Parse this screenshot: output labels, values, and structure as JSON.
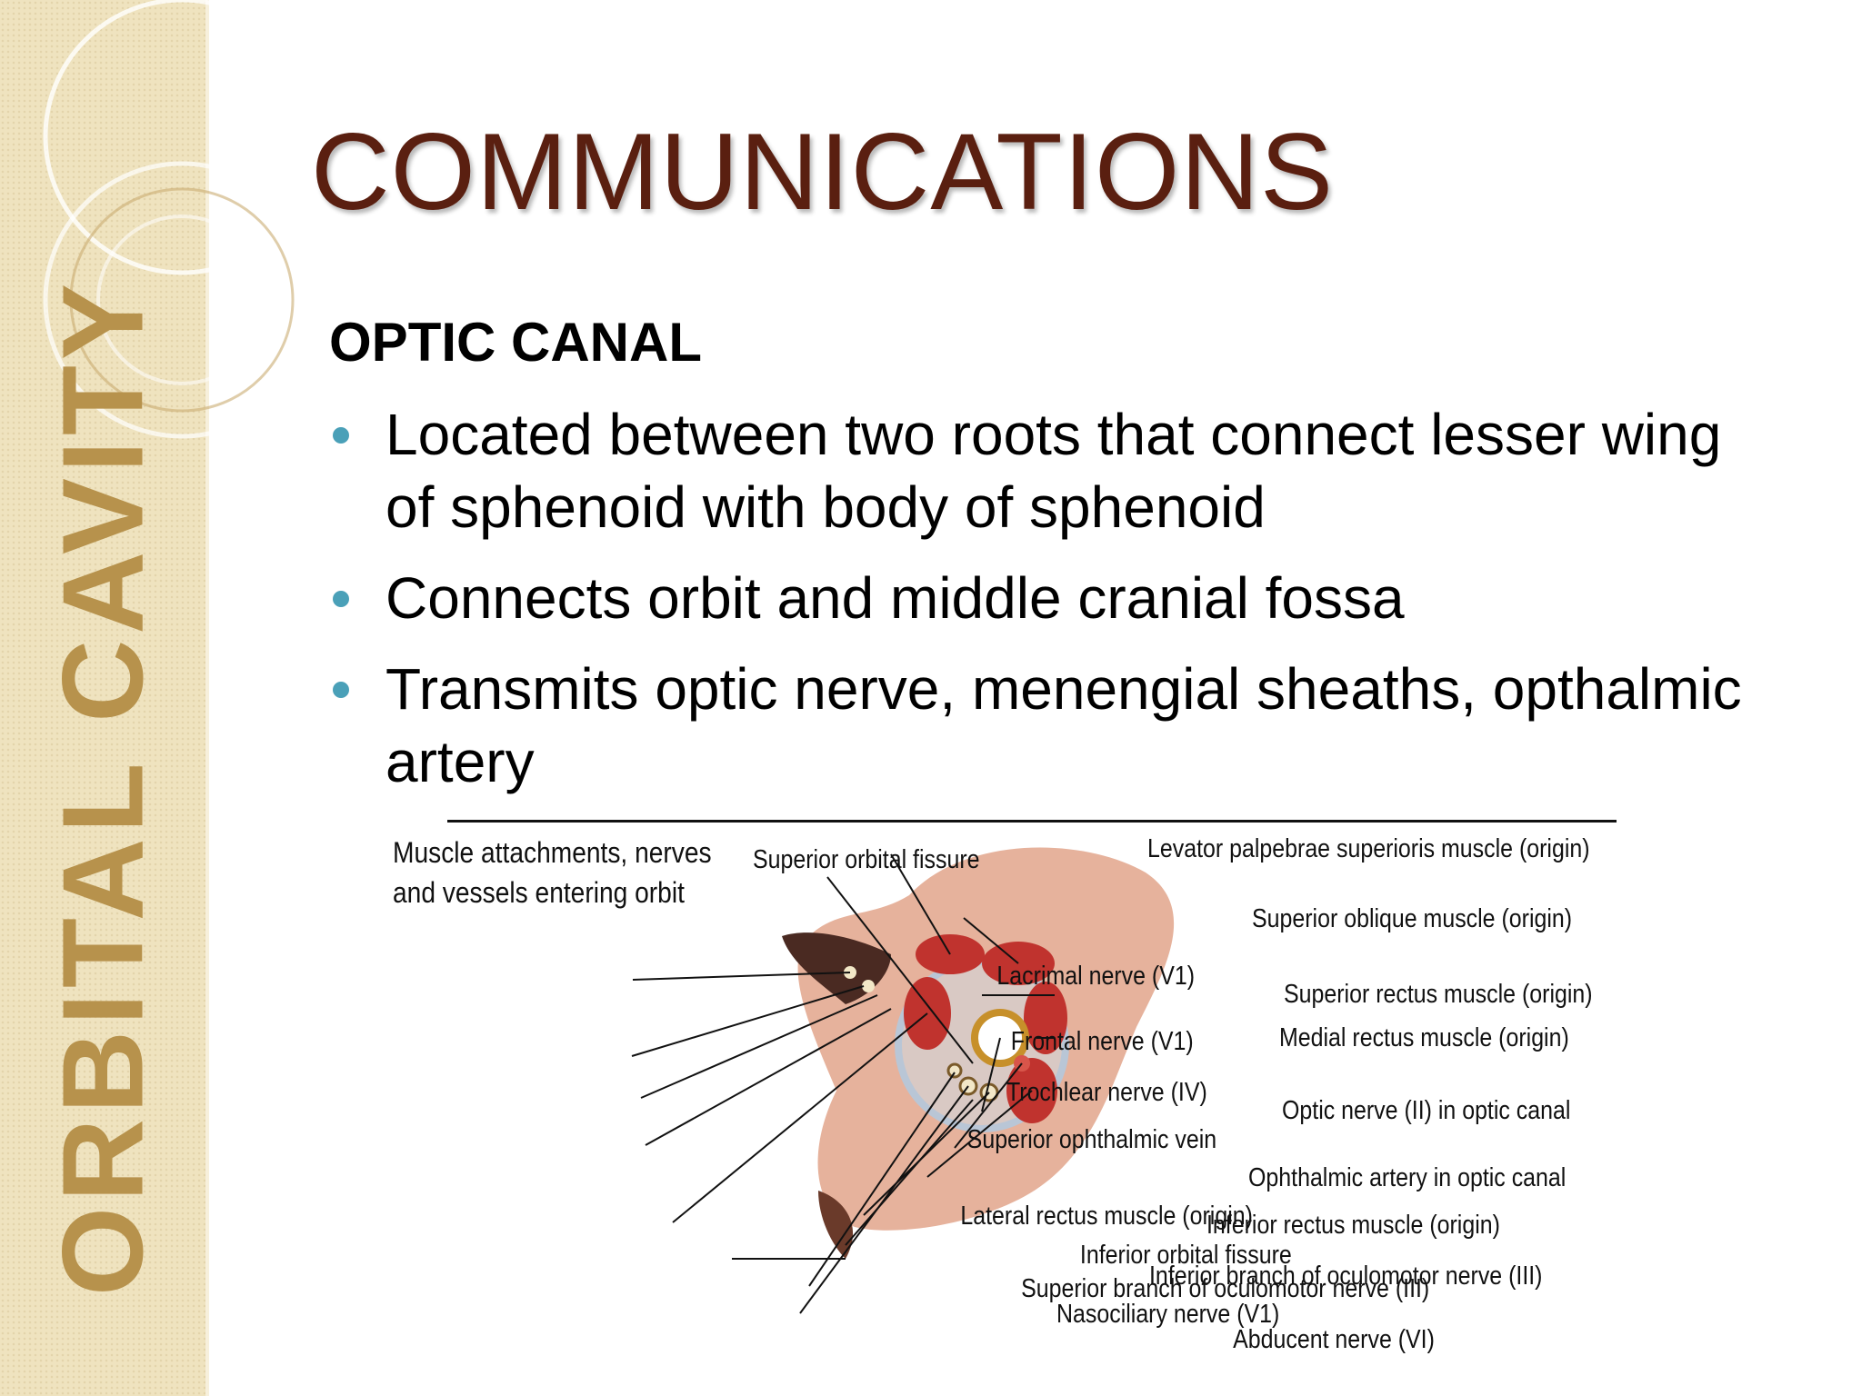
{
  "sidebar": {
    "vertical_title": "ORBITAL CAVITY"
  },
  "slide": {
    "title": "COMMUNICATIONS",
    "subheading": "OPTIC CANAL",
    "bullets": [
      "Located between two roots that connect lesser wing of sphenoid with body of sphenoid",
      "Connects orbit and middle cranial fossa",
      "Transmits optic nerve, menengial sheaths, opthalmic artery"
    ]
  },
  "figure": {
    "caption_line1": "Muscle attachments,  nerves",
    "caption_line2": "and vessels entering orbit",
    "labels": {
      "superior_orbital_fissure": "Superior orbital fissure",
      "levator": "Levator palpebrae superioris muscle (origin)",
      "superior_oblique": "Superior oblique muscle (origin)",
      "superior_rectus": "Superior rectus muscle (origin)",
      "medial_rectus": "Medial rectus muscle (origin)",
      "optic_nerve": "Optic nerve (II) in optic canal",
      "ophthalmic_artery": "Ophthalmic artery in optic canal",
      "inferior_rectus": "Inferior rectus muscle (origin)",
      "inferior_branch_oculomotor": "Inferior branch of oculomotor nerve (III)",
      "nasociliary": "Nasociliary nerve (V1)",
      "abducent": "Abducent nerve (VI)",
      "superior_branch_oculomotor": "Superior branch of oculomotor nerve (III)",
      "inferior_orbital_fissure": "Inferior orbital fissure",
      "lateral_rectus": "Lateral rectus muscle (origin)",
      "superior_ophthalmic_vein": "Superior ophthalmic vein",
      "trochlear": "Trochlear nerve (IV)",
      "frontal": "Frontal nerve (V1)",
      "lacrimal": "Lacrimal nerve (V1)"
    }
  },
  "colors": {
    "title": "#5a1f10",
    "sidebar_bg": "#efe3bf",
    "sidebar_text": "#b7924c",
    "bullet": "#4aa0b8",
    "muscle": "#c0332e",
    "tissue": "#e8b8a4"
  }
}
